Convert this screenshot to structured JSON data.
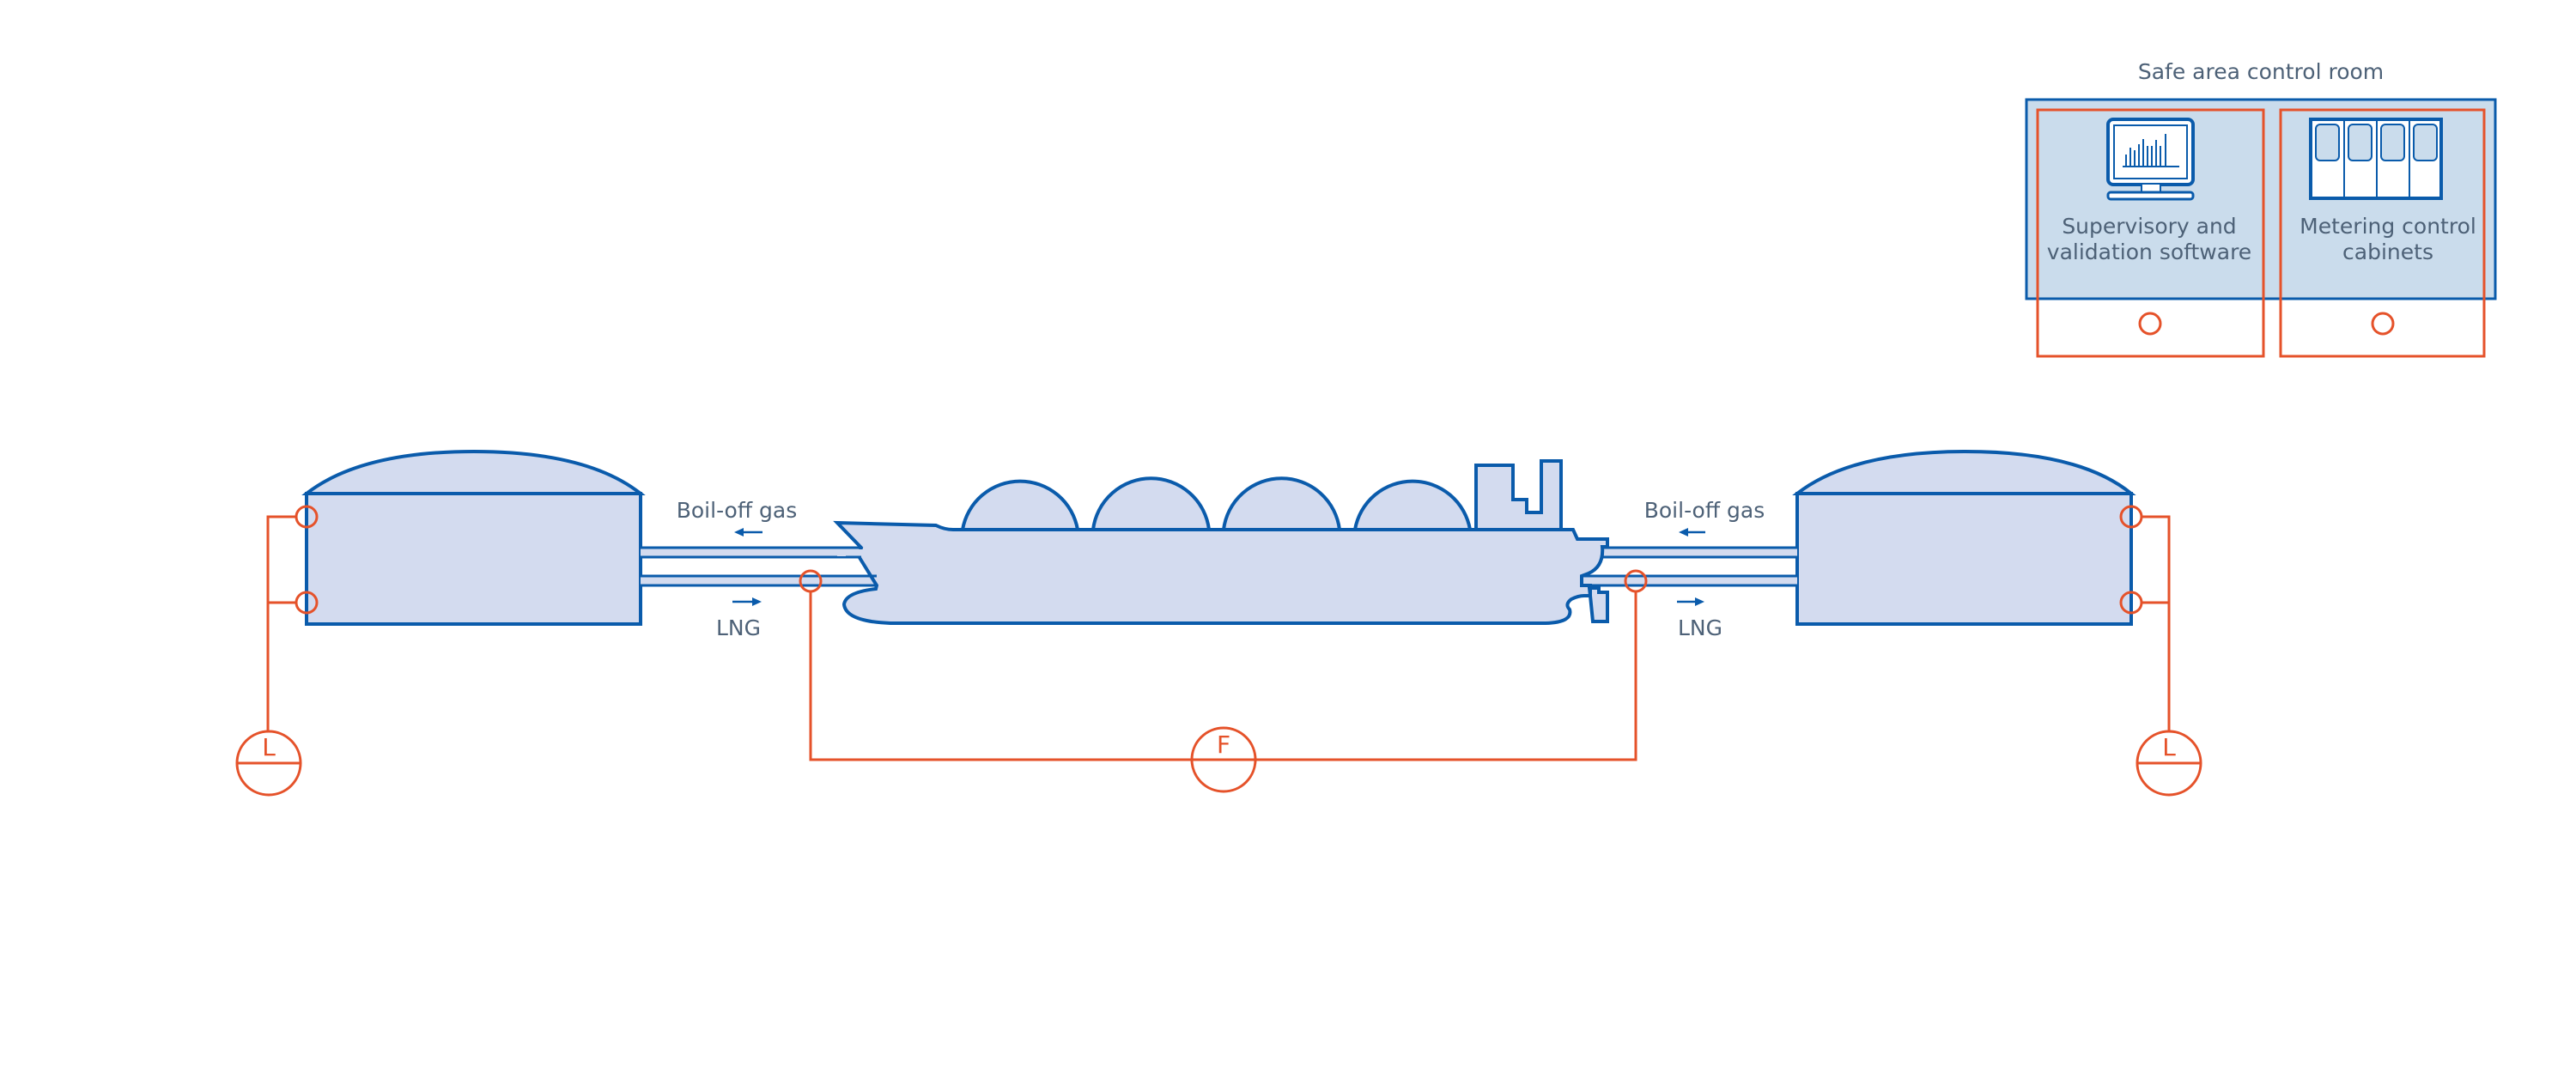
{
  "colors": {
    "line_blue": "#0a5bab",
    "fill_blue": "#d3dbef",
    "room_fill": "#cadcec",
    "instrument_red": "#e5522a",
    "text_gray": "#4d6177",
    "background": "#ffffff"
  },
  "control_room": {
    "title": "Safe area control room",
    "panels": [
      {
        "label_line1": "Supervisory and",
        "label_line2": "validation software",
        "icon": "monitor-chart-icon"
      },
      {
        "label_line1": "Metering control",
        "label_line2": "cabinets",
        "icon": "cabinet-icon"
      }
    ]
  },
  "left_transfer": {
    "boil_off_label": "Boil-off gas",
    "lng_label": "LNG",
    "boil_off_direction": "left",
    "lng_direction": "right"
  },
  "right_transfer": {
    "boil_off_label": "Boil-off gas",
    "lng_label": "LNG",
    "boil_off_direction": "left",
    "lng_direction": "right"
  },
  "instruments": {
    "left_level": "L",
    "flow": "F",
    "right_level": "L"
  },
  "elements": {
    "left_tank": "storage-tank",
    "ship": "lng-carrier",
    "ship_domes": 4,
    "right_tank": "storage-tank"
  }
}
